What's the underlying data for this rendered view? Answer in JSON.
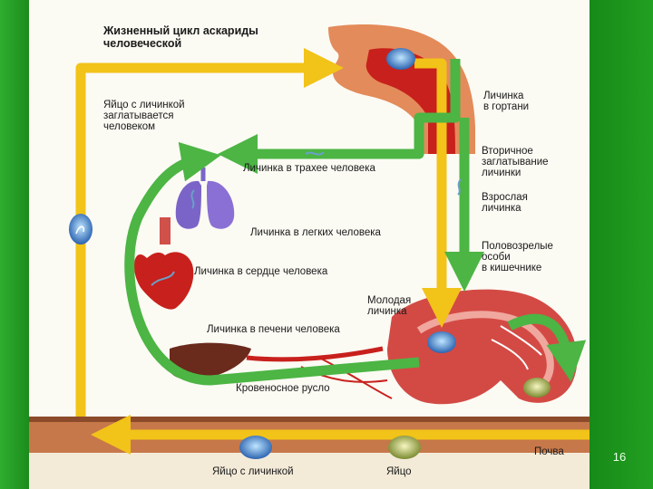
{
  "slide_number": "16",
  "diagram": {
    "title": "Жизненный цикл аскариды\nчеловеческой",
    "labels": {
      "egg_swallowed": "Яйцо с личинкой\nзаглатывается\nчеловеком",
      "larva_larynx": "Личинка\nв гортани",
      "larva_trachea": "Личинка в трахее человека",
      "secondary_swallow": "Вторичное\nзаглатывание\nличинки",
      "adult_larva": "Взрослая\nличинка",
      "larva_lungs": "Личинка в легких человека",
      "mature_individuals": "Половозрелые\nособи\nв кишечнике",
      "larva_heart": "Личинка в сердце человека",
      "young_larva": "Молодая\nличинка",
      "larva_liver": "Личинка в печени человека",
      "bloodstream": "Кровеносное русло",
      "soil": "Почва",
      "egg_with_larva": "Яйцо с личинкой",
      "egg": "Яйцо"
    },
    "colors": {
      "yellow_arrow": "#f2c318",
      "green_arrow": "#4cb544",
      "soil": "#b86a3e",
      "organ_red": "#c8201c",
      "lung_purple": "#7b64c8",
      "liver_brown": "#6a2a1c"
    }
  }
}
